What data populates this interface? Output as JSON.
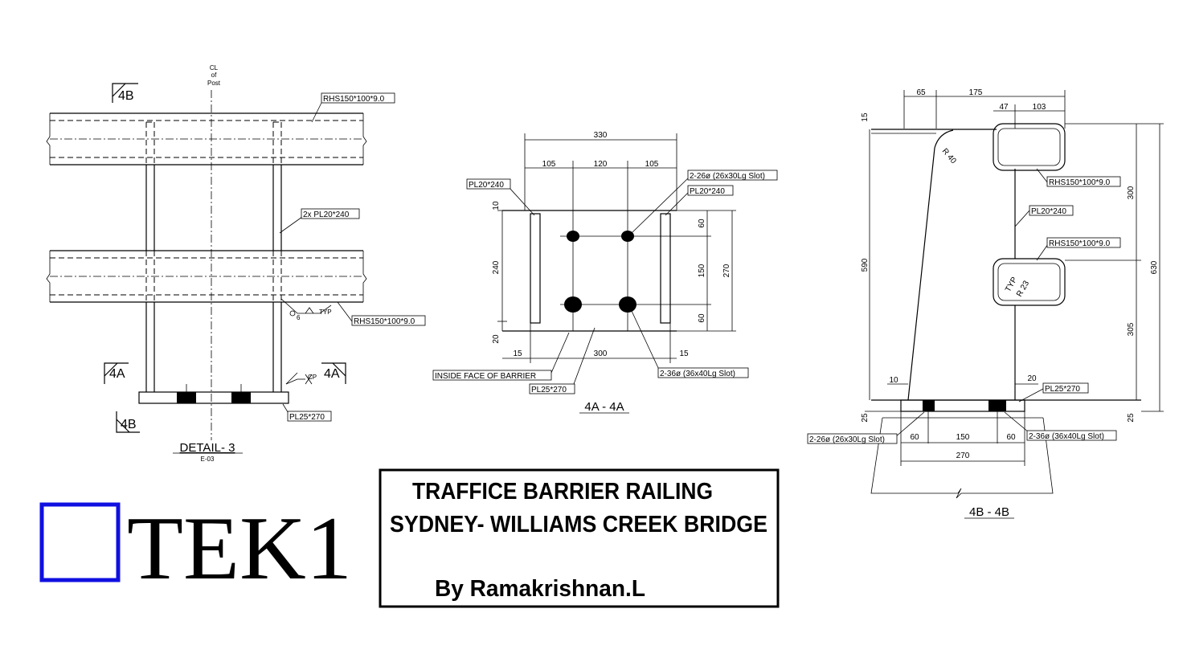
{
  "title_block": {
    "line1": "TRAFFICE BARRIER RAILING",
    "line2": "SYDNEY- WILLIAMS CREEK BRIDGE",
    "author": "By Ramakrishnan.L"
  },
  "logo": {
    "text": "TEK1",
    "brand_color": "#1010e0"
  },
  "detail3": {
    "caption": "DETAIL- 3",
    "sheet_ref": "E-03",
    "cl_line1": "CL",
    "cl_line2": "of",
    "cl_line3": "Post",
    "section_4b": "4B",
    "section_4a": "4A",
    "label_rhs_top": "RHS150*100*9.0",
    "label_pl_double": "2x PL20*240",
    "label_rhs_mid": "RHS150*100*9.0",
    "label_pl_base": "PL25*270",
    "weld_size": "6",
    "weld_typ": "TYP",
    "weld_cp": "CP"
  },
  "section_4a": {
    "caption": "4A - 4A",
    "label_pl_left": "PL20*240",
    "label_slot_top": "2-26ø (26x30Lg Slot)",
    "label_pl_right": "PL20*240",
    "label_inside_face": "INSIDE FACE OF BARRIER",
    "label_pl_base": "PL25*270",
    "label_slot_bottom": "2-36ø (36x40Lg Slot)",
    "dim_overall": "330",
    "dim_left": "105",
    "dim_mid": "120",
    "dim_right": "105",
    "dim_top_edge": "10",
    "dim_height_240": "240",
    "dim_bottom_edge": "20",
    "dim_60_top": "60",
    "dim_150": "150",
    "dim_60_bottom": "60",
    "dim_270": "270",
    "dim_15_left": "15",
    "dim_300": "300",
    "dim_15_right": "15"
  },
  "section_4b": {
    "caption": "4B - 4B",
    "dim_65": "65",
    "dim_175": "175",
    "dim_47": "47",
    "dim_103": "103",
    "dim_15": "15",
    "dim_590": "590",
    "dim_300": "300",
    "dim_630": "630",
    "dim_305": "305",
    "dim_25_left": "25",
    "dim_25_right": "25",
    "dim_10": "10",
    "dim_20": "20",
    "dim_60_left": "60",
    "dim_150": "150",
    "dim_60_right": "60",
    "dim_270": "270",
    "radius_40": "R 40",
    "radius_typ": "TYP",
    "radius_23": "R 23",
    "label_rhs_top": "RHS150*100*9.0",
    "label_pl": "PL20*240",
    "label_rhs_mid": "RHS150*100*9.0",
    "label_pl_base": "PL25*270",
    "label_slot_left": "2-26ø (26x30Lg Slot)",
    "label_slot_right": "2-36ø (36x40Lg Slot)"
  }
}
